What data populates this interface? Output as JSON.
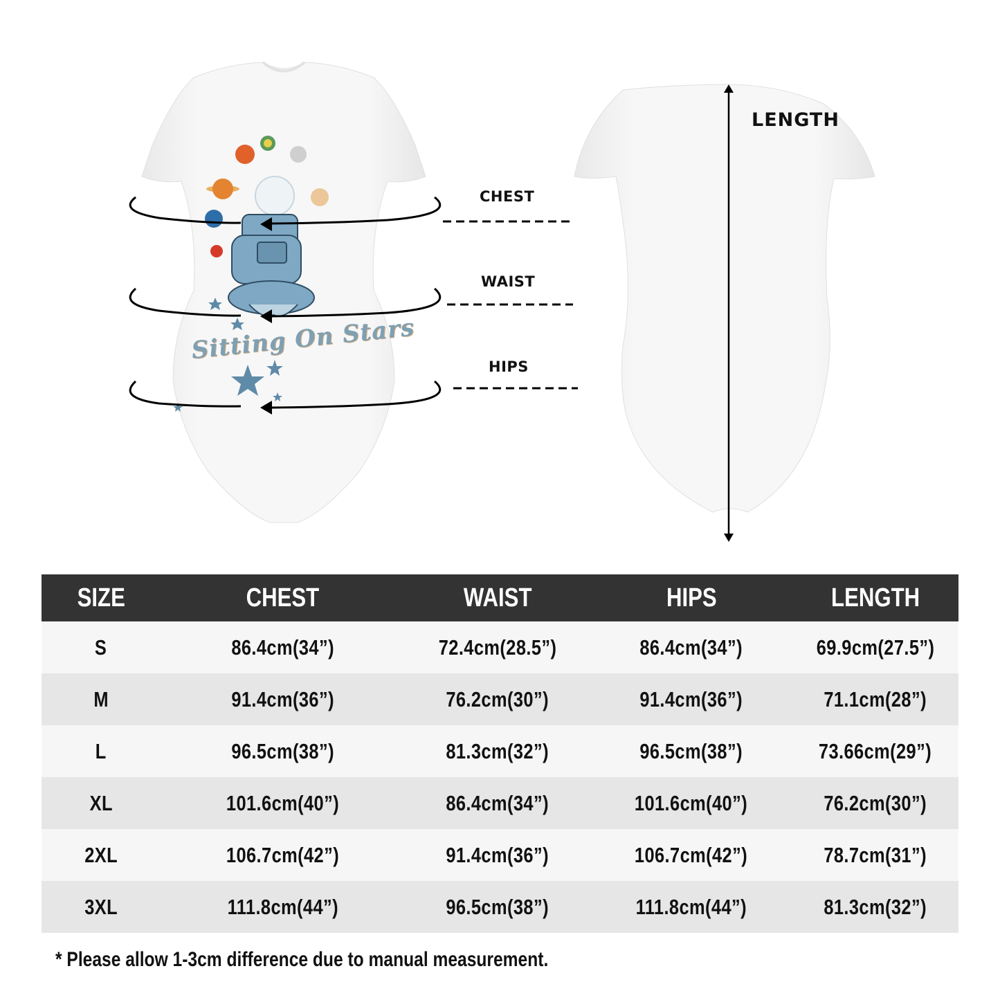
{
  "illustration": {
    "front_print_text": "Sitting On Stars",
    "callouts": {
      "chest": "CHEST",
      "waist": "WAIST",
      "hips": "HIPS",
      "length": "LENGTH"
    }
  },
  "size_table": {
    "headers": [
      "SIZE",
      "CHEST",
      "WAIST",
      "HIPS",
      "LENGTH"
    ],
    "rows": [
      [
        "S",
        "86.4cm(34”)",
        "72.4cm(28.5”)",
        "86.4cm(34”)",
        "69.9cm(27.5”)"
      ],
      [
        "M",
        "91.4cm(36”)",
        "76.2cm(30”)",
        "91.4cm(36”)",
        "71.1cm(28”)"
      ],
      [
        "L",
        "96.5cm(38”)",
        "81.3cm(32”)",
        "96.5cm(38”)",
        "73.66cm(29”)"
      ],
      [
        "XL",
        "101.6cm(40”)",
        "86.4cm(34”)",
        "101.6cm(40”)",
        "76.2cm(30”)"
      ],
      [
        "2XL",
        "106.7cm(42”)",
        "91.4cm(36”)",
        "106.7cm(42”)",
        "78.7cm(31”)"
      ],
      [
        "3XL",
        "111.8cm(44”)",
        "96.5cm(38”)",
        "111.8cm(44”)",
        "81.3cm(32”)"
      ]
    ]
  },
  "note": "* Please allow 1-3cm difference due to manual measurement.",
  "colors": {
    "header_bg": "#333333",
    "row_light": "#f6f6f6",
    "row_dark": "#e6e6e6",
    "print_blue": "#6b93ad"
  }
}
